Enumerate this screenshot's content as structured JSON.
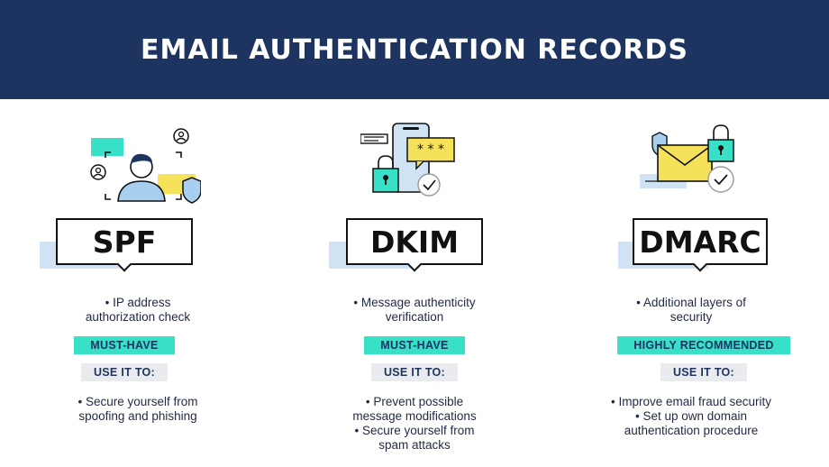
{
  "header": {
    "title": "EMAIL AUTHENTICATION RECORDS"
  },
  "colors": {
    "header_bg": "#1e3460",
    "accent_teal": "#37e0c6",
    "accent_yellow": "#f6e25a",
    "light_blue": "#cfe3f5",
    "light_gray": "#e9ebee"
  },
  "columns": [
    {
      "name": "SPF",
      "icon": "user-shield-illustration",
      "description": [
        "• IP address",
        "authorization check"
      ],
      "badge": "MUST-HAVE",
      "use_label": "USE IT TO:",
      "uses": [
        [
          "• Secure yourself from",
          "spoofing and phishing"
        ]
      ]
    },
    {
      "name": "DKIM",
      "icon": "phone-lock-illustration",
      "description": [
        "• Message authenticity",
        "verification"
      ],
      "badge": "MUST-HAVE",
      "use_label": "USE IT TO:",
      "uses": [
        [
          "• Prevent possible",
          "message modifications"
        ],
        [
          "• Secure yourself from",
          "spam attacks"
        ]
      ]
    },
    {
      "name": "DMARC",
      "icon": "envelope-lock-illustration",
      "description": [
        "• Additional layers of",
        "security"
      ],
      "badge": "HIGHLY RECOMMENDED",
      "use_label": "USE IT TO:",
      "uses": [
        [
          "• Improve email fraud security"
        ],
        [
          "• Set up own domain",
          "authentication procedure"
        ]
      ]
    }
  ]
}
